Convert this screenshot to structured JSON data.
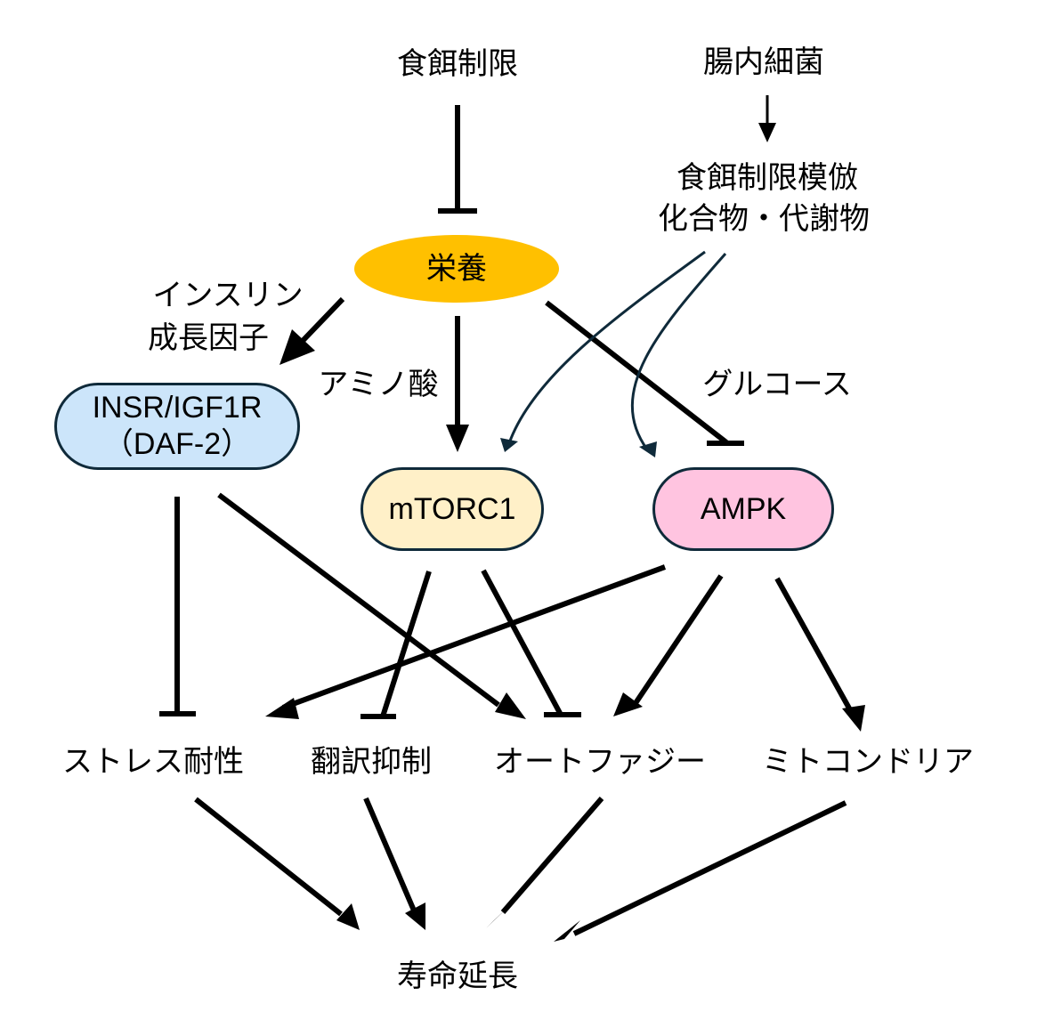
{
  "nodes": {
    "diet_restriction": "食餌制限",
    "gut_bacteria": "腸内細菌",
    "mimetics_line1": "食餌制限模倣",
    "mimetics_line2": "化合物・代謝物",
    "nutrition": "栄養",
    "insulin_line1": "インスリン",
    "insulin_line2": "成長因子",
    "amino_acid": "アミノ酸",
    "glucose": "グルコース",
    "insr_line1": "INSR/IGF1R",
    "insr_line2": "（DAF-2）",
    "mtorc1": "mTORC1",
    "ampk": "AMPK",
    "stress_resistance": "ストレス耐性",
    "translation_inhibition": "翻訳抑制",
    "autophagy": "オートファジー",
    "mitochondria": "ミトコンドリア",
    "lifespan_extension": "寿命延長"
  },
  "colors": {
    "nutrition_fill": "#FFC000",
    "insr_fill": "#CCE5FA",
    "mtorc1_fill": "#FFF0C8",
    "ampk_fill": "#FFC4E0",
    "node_border": "#0F2A3A",
    "curved_arrow": "#0F2A3A",
    "edge": "#000000"
  },
  "edges": [
    {
      "from": "食餌制限",
      "to": "栄養",
      "type": "inhibit"
    },
    {
      "from": "腸内細菌",
      "to": "食餌制限模倣化合物・代謝物",
      "type": "activate"
    },
    {
      "from": "栄養",
      "to": "INSR/IGF1R",
      "type": "activate",
      "label": "インスリン成長因子"
    },
    {
      "from": "栄養",
      "to": "mTORC1",
      "type": "activate",
      "label": "アミノ酸"
    },
    {
      "from": "栄養",
      "to": "AMPK",
      "type": "inhibit",
      "label": "グルコース"
    },
    {
      "from": "食餌制限模倣化合物・代謝物",
      "to": "mTORC1",
      "type": "activate-curved"
    },
    {
      "from": "食餌制限模倣化合物・代謝物",
      "to": "AMPK",
      "type": "activate-curved"
    },
    {
      "from": "INSR/IGF1R",
      "to": "ストレス耐性",
      "type": "inhibit"
    },
    {
      "from": "INSR/IGF1R",
      "to": "オートファジー",
      "type": "activate"
    },
    {
      "from": "mTORC1",
      "to": "翻訳抑制",
      "type": "inhibit"
    },
    {
      "from": "mTORC1",
      "to": "オートファジー",
      "type": "inhibit"
    },
    {
      "from": "AMPK",
      "to": "ストレス耐性",
      "type": "activate"
    },
    {
      "from": "AMPK",
      "to": "オートファジー",
      "type": "activate"
    },
    {
      "from": "AMPK",
      "to": "ミトコンドリア",
      "type": "activate"
    },
    {
      "from": "ストレス耐性",
      "to": "寿命延長",
      "type": "activate"
    },
    {
      "from": "翻訳抑制",
      "to": "寿命延長",
      "type": "activate"
    },
    {
      "from": "オートファジー",
      "to": "寿命延長",
      "type": "activate"
    },
    {
      "from": "ミトコンドリア",
      "to": "寿命延長",
      "type": "activate"
    }
  ]
}
